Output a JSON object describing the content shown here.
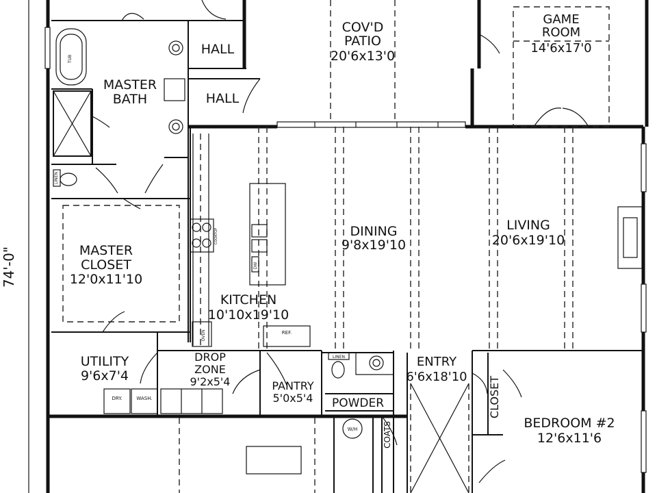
{
  "plan": {
    "overall_dimension": "74'-0\"",
    "rooms": {
      "hall_1": "HALL",
      "hall_2": "HALL",
      "covd_patio": {
        "name_line1": "COV'D",
        "name_line2": "PATIO",
        "size": "20'6x13'0"
      },
      "game_room": {
        "name_line1": "GAME",
        "name_line2": "ROOM",
        "size": "14'6x17'0"
      },
      "master_bath": {
        "name_line1": "MASTER",
        "name_line2": "BATH"
      },
      "master_closet": {
        "name_line1": "MASTER",
        "name_line2": "CLOSET",
        "size": "12'0x11'10"
      },
      "dining": {
        "name": "DINING",
        "size": "9'8x19'10"
      },
      "living": {
        "name": "LIVING",
        "size": "20'6x19'10"
      },
      "kitchen": {
        "name": "KITCHEN",
        "size": "10'10x19'10"
      },
      "utility": {
        "name": "UTILITY",
        "size": "9'6x7'4"
      },
      "drop_zone": {
        "name_line1": "DROP",
        "name_line2": "ZONE",
        "size": "9'2x5'4"
      },
      "pantry": {
        "name": "PANTRY",
        "size": "5'0x5'4"
      },
      "entry": {
        "name": "ENTRY",
        "size": "6'6x18'10"
      },
      "powder": {
        "name": "POWDER"
      },
      "coats": {
        "name": "COATS"
      },
      "closet": {
        "name": "CLOSET"
      },
      "bedroom_2": {
        "name": "BEDROOM #2",
        "size": "12'6x11'6"
      }
    },
    "fixtures": {
      "linen_1": "LINEN",
      "linen_2": "LINEN",
      "refrigerator": "REF.",
      "dryer": "DRY.",
      "washer": "WASH.",
      "water_heater": "W/H",
      "cooktop": "COOKTOP",
      "dishwasher": "DW",
      "wall_oven": "OVEN",
      "tub": "TUB"
    }
  }
}
